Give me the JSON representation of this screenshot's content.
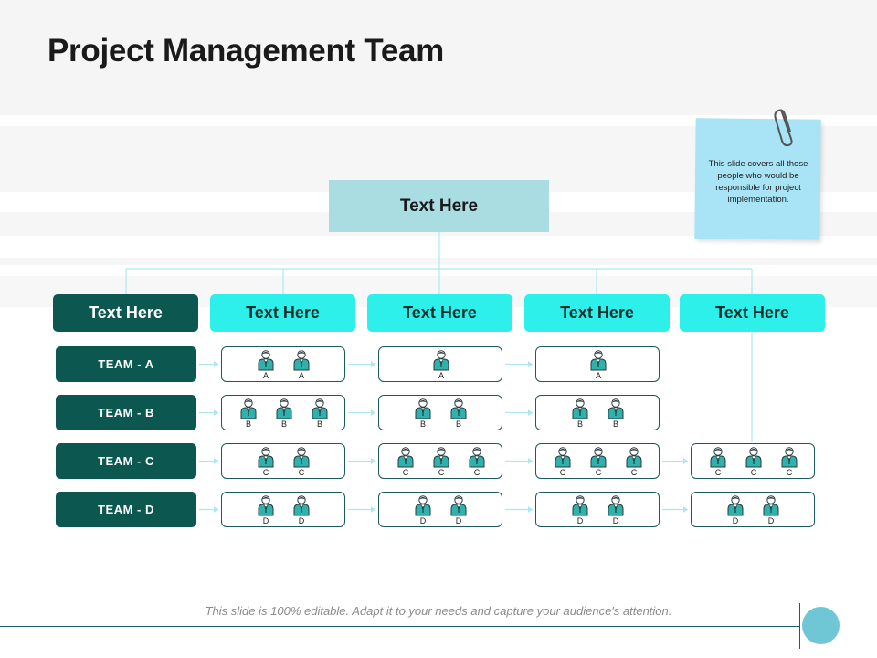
{
  "title": "Project Management Team",
  "note": "This slide covers all those people who would be responsible for project implementation.",
  "top_box": "Text Here",
  "headers": [
    "Text Here",
    "Text Here",
    "Text Here",
    "Text Here",
    "Text Here"
  ],
  "teams": [
    "TEAM - A",
    "TEAM - B",
    "TEAM - C",
    "TEAM - D"
  ],
  "footer": "This slide is 100% editable.  Adapt it to your needs and capture your audience's attention.",
  "colors": {
    "dark": "#0c5750",
    "accent": "#2ef0ea",
    "top_box": "#a9dde1",
    "note": "#a8e4f5",
    "connector": "#aee8ef"
  },
  "grid": [
    [
      [
        "A",
        "A"
      ],
      [
        "A"
      ],
      [
        "A"
      ],
      null
    ],
    [
      [
        "B",
        "B",
        "B"
      ],
      [
        "B",
        "B"
      ],
      [
        "B",
        "B"
      ],
      null
    ],
    [
      [
        "C",
        "C"
      ],
      [
        "C",
        "C",
        "C"
      ],
      [
        "C",
        "C",
        "C"
      ],
      [
        "C",
        "C",
        "C"
      ]
    ],
    [
      [
        "D",
        "D"
      ],
      [
        "D",
        "D"
      ],
      [
        "D",
        "D"
      ],
      [
        "D",
        "D"
      ]
    ]
  ]
}
